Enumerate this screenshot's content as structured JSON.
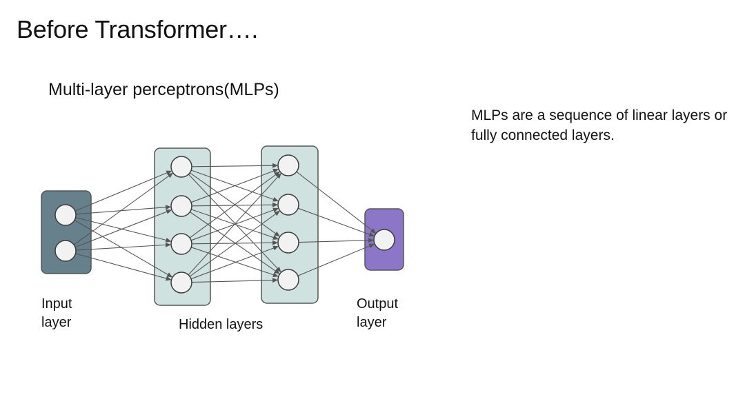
{
  "slide": {
    "title": "Before Transformer….",
    "subtitle": "Multi-layer perceptrons(MLPs)",
    "description": "MLPs are a sequence of linear layers or fully connected layers."
  },
  "diagram": {
    "labels": {
      "input": "Input\nlayer",
      "hidden": "Hidden layers",
      "output": "Output\nlayer"
    },
    "layers": [
      {
        "id": "input",
        "neurons": 2,
        "fill": "#66808c"
      },
      {
        "id": "hidden1",
        "neurons": 4,
        "fill": "#cfe2e0"
      },
      {
        "id": "hidden2",
        "neurons": 4,
        "fill": "#cfe2e0"
      },
      {
        "id": "output",
        "neurons": 1,
        "fill": "#8b76c8"
      }
    ],
    "colors": {
      "neuron_fill": "#f2f2f2",
      "neuron_stroke": "#3a3a3a",
      "connection": "#555555"
    },
    "fully_connected": true
  }
}
